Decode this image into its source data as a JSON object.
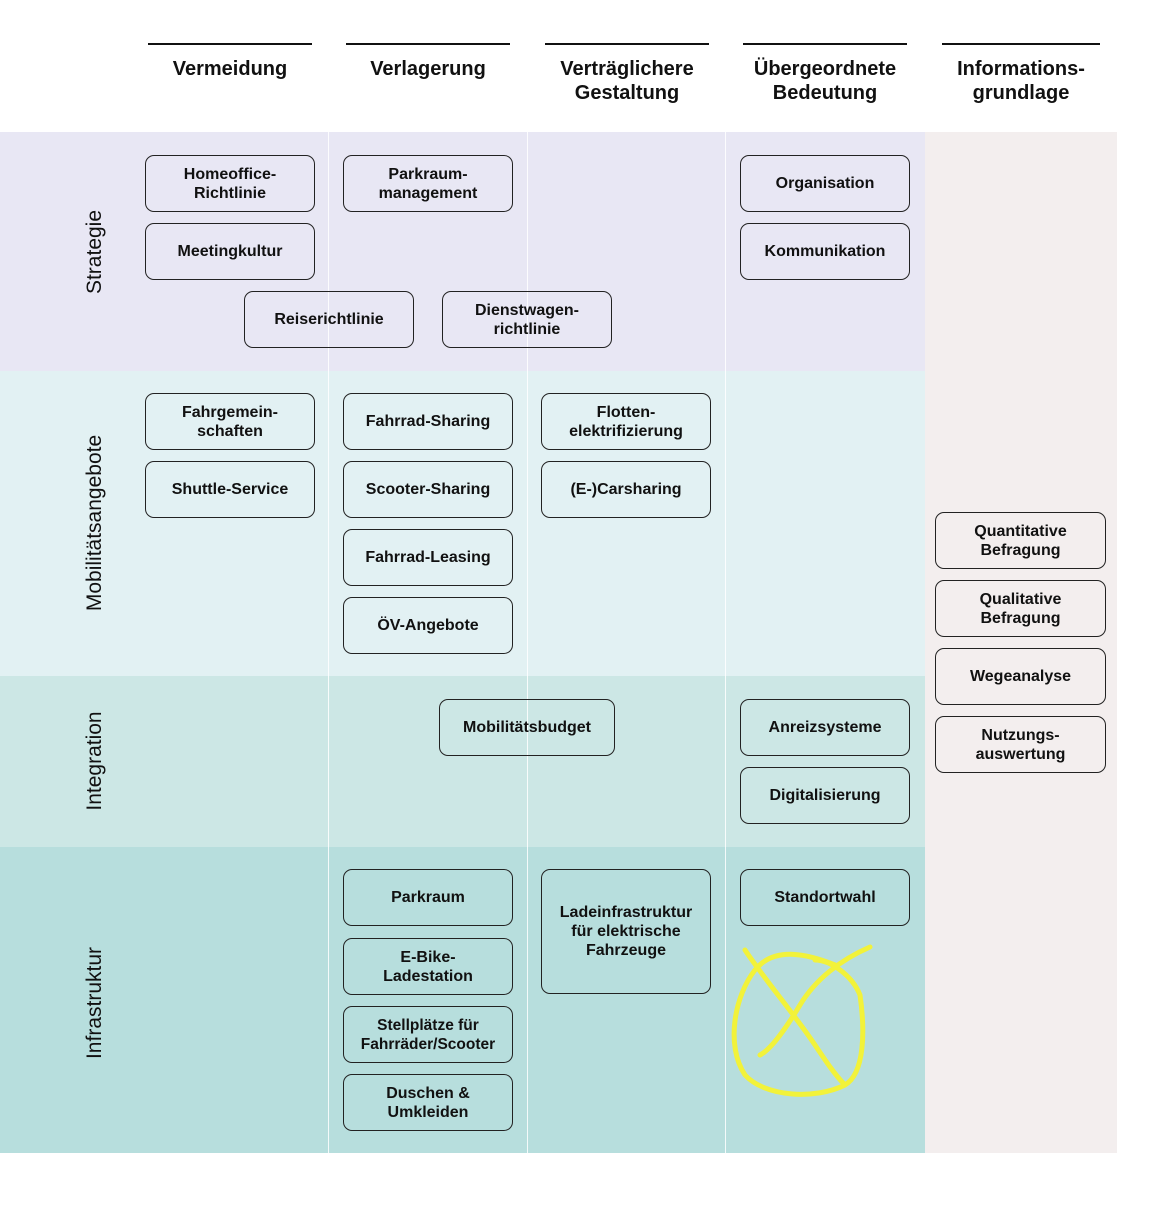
{
  "columns": [
    {
      "label": "Vermeidung"
    },
    {
      "label": "Verlagerung"
    },
    {
      "label": "Verträglichere\nGestaltung"
    },
    {
      "label": "Übergeordnete\nBedeutung"
    },
    {
      "label": "Informations-\ngrundlage"
    }
  ],
  "rows": [
    {
      "label": "Strategie",
      "color": "#e8e7f4"
    },
    {
      "label": "Mobilitätsangebote",
      "color": "#e2f1f3"
    },
    {
      "label": "Integration",
      "color": "#cce7e5"
    },
    {
      "label": "Infrastruktur",
      "color": "#b7dedd"
    }
  ],
  "boxes": {
    "homeoffice": "Homeoffice-\nRichtlinie",
    "meetingkultur": "Meetingkultur",
    "reiserichtlinie": "Reiserichtlinie",
    "parkraummanagement": "Parkraum-\nmanagement",
    "dienstwagen": "Dienstwagen-\nrichtlinie",
    "organisation": "Organisation",
    "kommunikation": "Kommunikation",
    "fahrgemeinschaften": "Fahrgemein-\nschaften",
    "shuttle": "Shuttle-Service",
    "fahrrad_sharing": "Fahrrad-Sharing",
    "scooter_sharing": "Scooter-Sharing",
    "fahrrad_leasing": "Fahrrad-Leasing",
    "oev": "ÖV-Angebote",
    "flotten": "Flotten-\nelektrifizierung",
    "carsharing": "(E-)Carsharing",
    "mobilitaetsbudget": "Mobilitätsbudget",
    "anreizsysteme": "Anreizsysteme",
    "digitalisierung": "Digitalisierung",
    "parkraum": "Parkraum",
    "ebike": "E-Bike-\nLadestation",
    "stellplaetze": "Stellplätze für\nFahrräder/Scooter",
    "duschen": "Duschen &\nUmkleiden",
    "ladeinfrastruktur": "Ladeinfrastruktur\nfür elektrische\nFahrzeuge",
    "standortwahl": "Standortwahl",
    "quantitativ": "Quantitative\nBefragung",
    "qualitativ": "Qualitative\nBefragung",
    "wegeanalyse": "Wegeanalyse",
    "nutzung": "Nutzungs-\nauswertung"
  },
  "colors": {
    "info_column": "#f3eeee",
    "scribble": "#f2f23a"
  },
  "icons": {
    "scribble": "yellow-x-scribble-icon"
  }
}
